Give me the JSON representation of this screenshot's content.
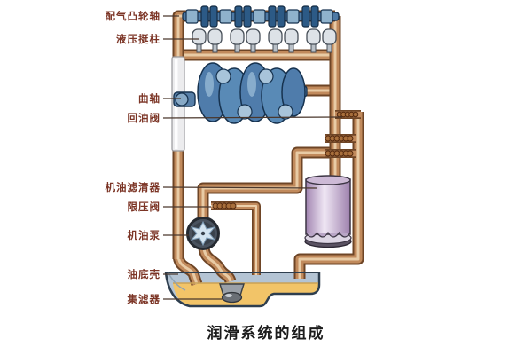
{
  "title": "engine-lubrication-system-diagram",
  "caption": "润滑系统的组成",
  "labels": {
    "camshaft": "配气凸轮轴",
    "tappet": "液压挺柱",
    "crankshaft": "曲轴",
    "return_valve": "回油阀",
    "oil_filter": "机油滤清器",
    "pressure_valve": "限压阀",
    "oil_pump": "机油泵",
    "oil_pan": "油底壳",
    "strainer": "集滤器"
  },
  "colors": {
    "pipe_copper": "#c18a5c",
    "pipe_edge": "#6e4526",
    "steel_blue": "#4f7cab",
    "steel_dark": "#16324f",
    "filter_lavender": "#b89ac2",
    "oil_amber": "#f2c468",
    "pan_blue_gray": "#b4c4d4",
    "label_red_brown": "#7c3526",
    "background": "#ffffff"
  }
}
